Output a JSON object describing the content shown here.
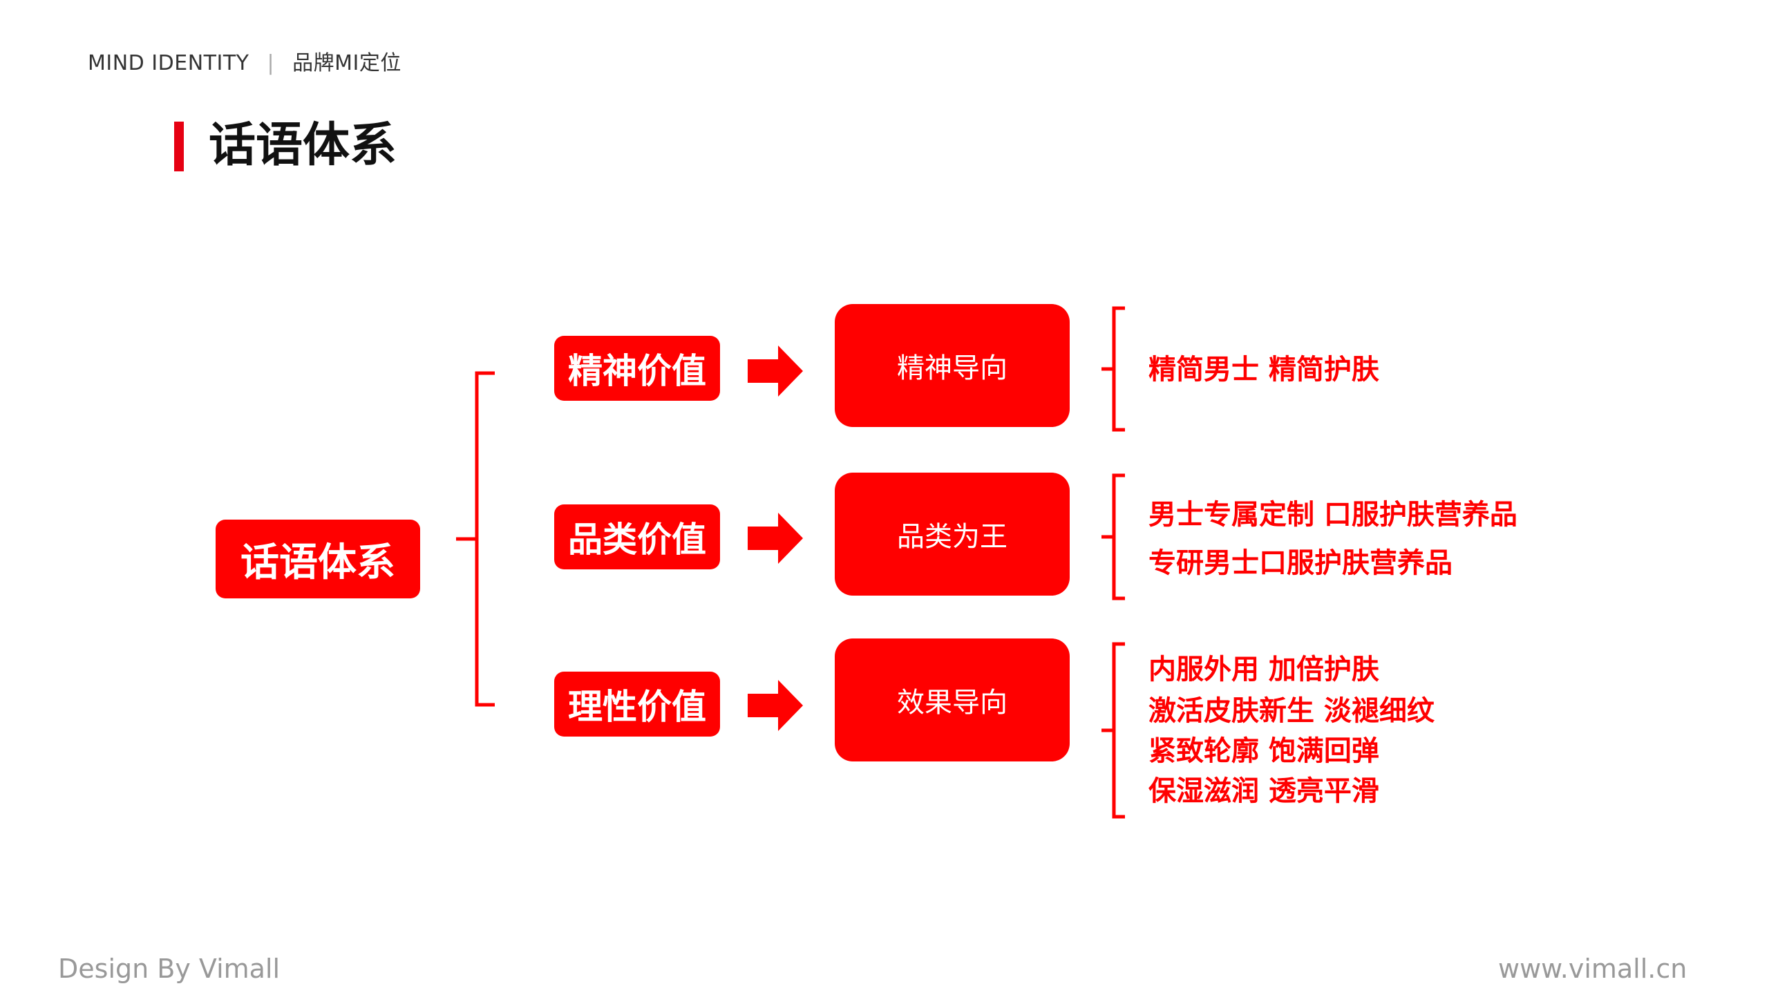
{
  "header": {
    "brand": "MIND IDENTITY",
    "separator": "|",
    "subtitle": "品牌MI定位"
  },
  "title": "话语体系",
  "diagram": {
    "root": "话语体系",
    "branches": [
      {
        "value": "精神价值",
        "direction": "精神导向",
        "lines": [
          "精简男士  精简护肤"
        ]
      },
      {
        "value": "品类价值",
        "direction": "品类为王",
        "lines": [
          "男士专属定制  口服护肤营养品",
          "专研男士口服护肤营养品"
        ]
      },
      {
        "value": "理性价值",
        "direction": "效果导向",
        "lines": [
          "内服外用  加倍护肤",
          "激活皮肤新生  淡褪细纹",
          "紧致轮廓  饱满回弹",
          "保湿滋润  透亮平滑"
        ]
      }
    ]
  },
  "footer": {
    "left": "Design By Vimall",
    "right": "www.vimall.cn"
  },
  "colors": {
    "accent": "#ff0000",
    "title_bar": "#e60012"
  }
}
